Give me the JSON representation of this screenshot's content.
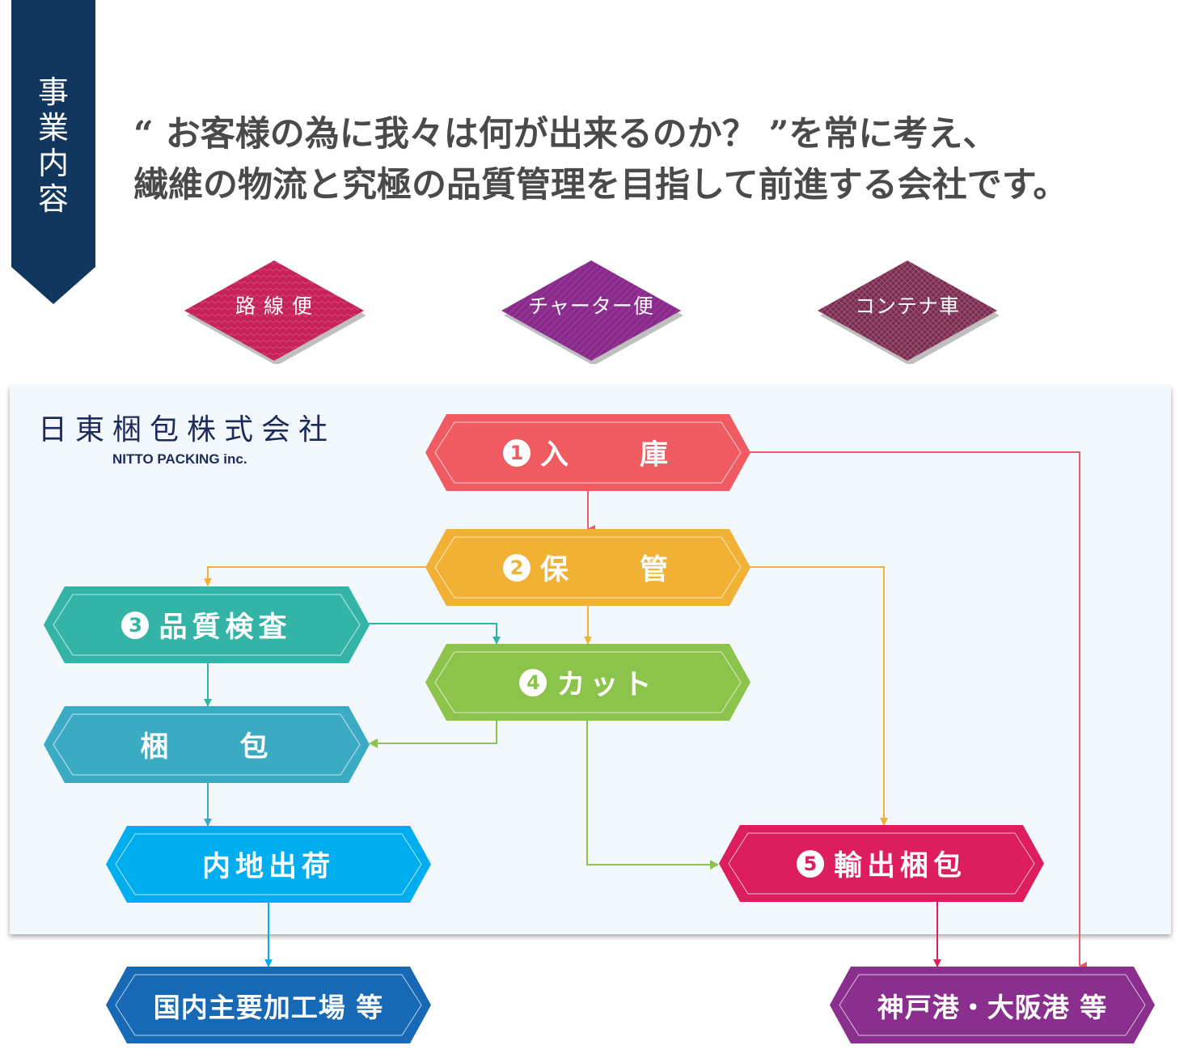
{
  "ribbon": {
    "label": "事業内容",
    "color": "#12375e"
  },
  "headline": {
    "line1": "“ お客様の為に我々は何が出来るのか？ ”を常に考え、",
    "line2": "繊維の物流と究極の品質管理を目指して前進する会社です。"
  },
  "transport": [
    {
      "label": "路 線 便",
      "color": "#c8225a"
    },
    {
      "label": "チャーター便",
      "color": "#8a2a8c"
    },
    {
      "label": "コンテナ車",
      "color": "#7a2a4e"
    }
  ],
  "company": {
    "name_jp": "日東梱包株式会社",
    "name_en": "NITTO PACKING inc."
  },
  "steps": {
    "receiving": {
      "num": "1",
      "label": "入　　庫",
      "color": "#ef5b60"
    },
    "storage": {
      "num": "2",
      "label": "保　　管",
      "color": "#f0b134"
    },
    "inspection": {
      "num": "3",
      "label": "品質検査",
      "color": "#34b4a6"
    },
    "cutting": {
      "num": "4",
      "label": "カット",
      "color": "#8cc34a"
    },
    "packing": {
      "label": "梱　　包",
      "color": "#3aabc3"
    },
    "domestic": {
      "label": "内地出荷",
      "color": "#00aeef"
    },
    "export": {
      "num": "5",
      "label": "輸出梱包",
      "color": "#dc1d5e"
    }
  },
  "destinations": {
    "domestic_plants": {
      "label": "国内主要加工場 等",
      "color": "#1769b6"
    },
    "ports": {
      "label": "神戸港・大阪港 等",
      "color": "#8b2f8f"
    }
  }
}
